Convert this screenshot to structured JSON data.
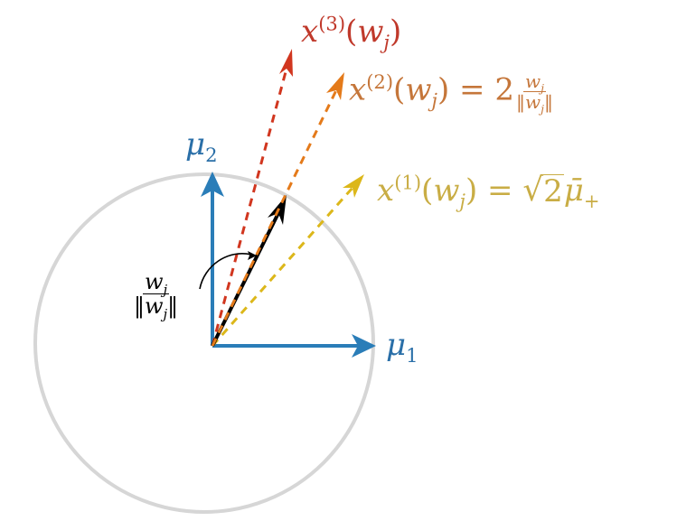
{
  "colors": {
    "circle": "#d6d6d6",
    "mu": "#2a7db8",
    "x1": "#dcb71a",
    "x2": "#e47a1a",
    "x3": "#d1361f",
    "w": "#000000",
    "x1_label": "#c9ad45",
    "x2_label": "#c5763a",
    "x3_label": "#c0392b",
    "mu_label": "#2a6fa8"
  },
  "labels": {
    "mu": "μ",
    "mu1_sub": "1",
    "mu2_sub": "2",
    "x": "x",
    "x1_sup": "(1)",
    "x2_sup": "(2)",
    "x3_sup": "(3)",
    "arg_open": "(",
    "arg_close": ")",
    "w": "w",
    "j": "j",
    "equals": " = ",
    "two": "2",
    "norm_open": "‖",
    "norm_close": "‖",
    "sqrt_sym": "√",
    "mubar": "μ̄",
    "plus": "+"
  },
  "icons": {
    "arrow": "arrow-icon",
    "curved_arrow": "curved-arrow-icon",
    "circle": "circle-icon"
  }
}
